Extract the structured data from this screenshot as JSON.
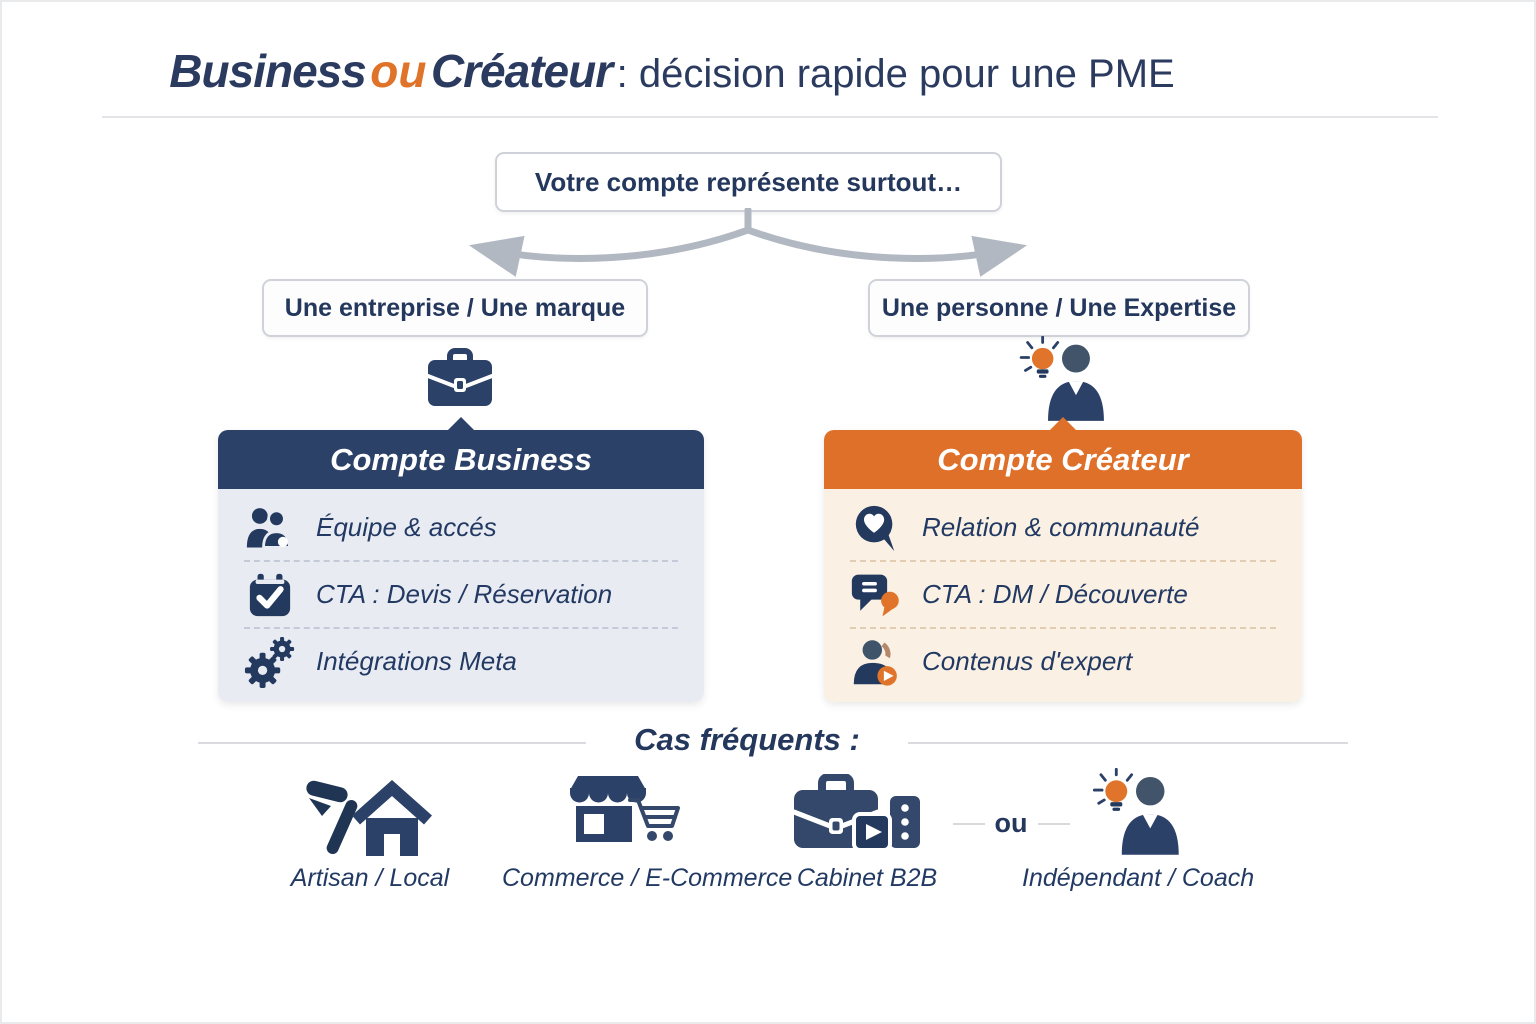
{
  "title": {
    "part1": "Business",
    "connector": "ou",
    "part2": "Créateur",
    "suffix": ": décision rapide pour une PME"
  },
  "question": {
    "label": "Votre compte représente surtout…"
  },
  "branches": {
    "left": {
      "label": "Une entreprise / Une marque"
    },
    "right": {
      "label": "Une personne / Une Expertise"
    }
  },
  "cards": {
    "business": {
      "title": "Compte Business",
      "header_color": "#2c4168",
      "body_color": "#e9ebf2",
      "items": [
        {
          "icon": "team-icon",
          "label": "Équipe & accés"
        },
        {
          "icon": "calendar-check-icon",
          "label": "CTA : Devis / Réservation"
        },
        {
          "icon": "gears-icon",
          "label": "Intégrations Meta"
        }
      ]
    },
    "creator": {
      "title": "Compte Créateur",
      "header_color": "#df7029",
      "body_color": "#faf0e3",
      "items": [
        {
          "icon": "heart-bubble-icon",
          "label": "Relation & communauté"
        },
        {
          "icon": "chat-bubbles-icon",
          "label": "CTA : DM / Découverte"
        },
        {
          "icon": "expert-content-icon",
          "label": "Contenus d'expert"
        }
      ]
    }
  },
  "frequent_cases": {
    "title": "Cas fréquents :",
    "separator": "ou",
    "items": [
      {
        "icon": "hammer-house-icon",
        "label": "Artisan / Local"
      },
      {
        "icon": "storefront-cart-icon",
        "label": "Commerce / E-Commerce"
      },
      {
        "icon": "briefcase-media-icon",
        "label": "Cabinet B2B"
      },
      {
        "icon": "person-lightbulb-icon",
        "label": "Indépendant / Coach"
      }
    ]
  },
  "colors": {
    "navy": "#2c4168",
    "dark_navy": "#24395e",
    "orange": "#e0742b",
    "arrow_gray": "#b2b8c2",
    "business_body": "#e9ebf2",
    "creator_body": "#faf0e3"
  }
}
